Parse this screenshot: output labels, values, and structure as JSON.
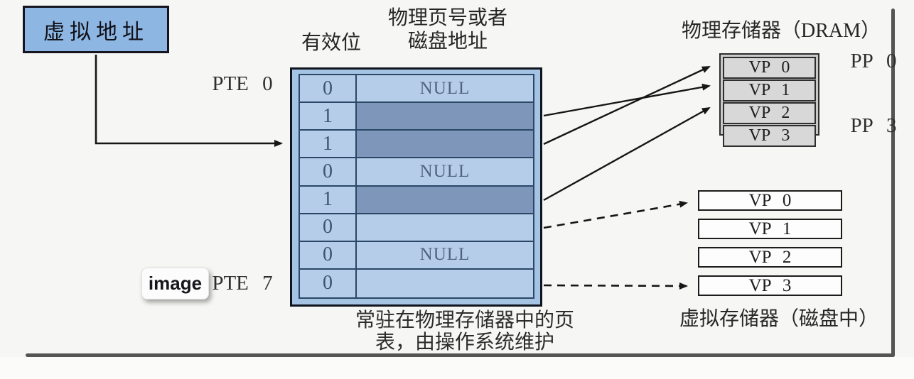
{
  "virtual_address": {
    "label": "虚拟地址"
  },
  "page_table": {
    "header_valid": "有效位",
    "header_value_line1": "物理页号或者",
    "header_value_line2": "磁盘地址",
    "pte_first_label": "PTE 0",
    "pte_last_label": "PTE 7",
    "rows": [
      {
        "valid": "0",
        "value": "NULL",
        "filled": false
      },
      {
        "valid": "1",
        "value": "",
        "filled": true
      },
      {
        "valid": "1",
        "value": "",
        "filled": true
      },
      {
        "valid": "0",
        "value": "NULL",
        "filled": false
      },
      {
        "valid": "1",
        "value": "",
        "filled": true
      },
      {
        "valid": "0",
        "value": "",
        "filled": false
      },
      {
        "valid": "0",
        "value": "NULL",
        "filled": false
      },
      {
        "valid": "0",
        "value": "",
        "filled": false
      }
    ],
    "caption_line1": "常驻在物理存储器中的页",
    "caption_line2": "表，由操作系统维护"
  },
  "dram": {
    "title": "物理存储器（DRAM）",
    "pages": [
      "VP 0",
      "VP 1",
      "VP 2",
      "VP 3"
    ],
    "pp_first_label": "PP 0",
    "pp_last_label": "PP 3"
  },
  "disk": {
    "title": "虚拟存储器（磁盘中）",
    "pages": [
      "VP 0",
      "VP 1",
      "VP 2",
      "VP 3"
    ]
  },
  "badge": {
    "label": "image"
  },
  "mappings": {
    "solid": [
      {
        "from": "PTE 1",
        "to": "DRAM VP 1"
      },
      {
        "from": "PTE 2",
        "to": "DRAM VP 0"
      },
      {
        "from": "PTE 4",
        "to": "DRAM VP 2"
      }
    ],
    "dashed": [
      {
        "from": "PTE 5",
        "to": "disk VP 0"
      },
      {
        "from": "PTE 7",
        "to": "disk VP 3"
      }
    ]
  },
  "colors": {
    "box_blue": "#8db7e2",
    "table_outer_blue": "#a5c3e3",
    "cell_light_blue": "#b6cde9",
    "cell_dark_blue": "#7d96b9",
    "table_border": "#2a4766",
    "dram_gray": "#d8d8d8",
    "frame_gray": "#545454"
  }
}
